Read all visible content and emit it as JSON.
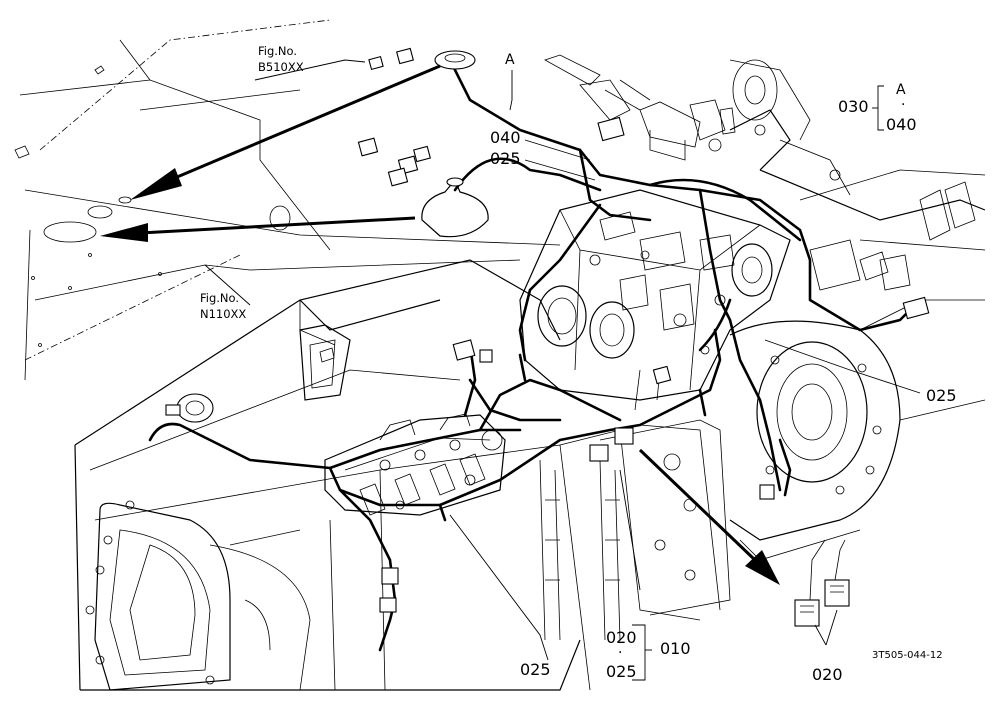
{
  "figure_refs": [
    {
      "label": "Fig.No.",
      "code": "B510XX"
    },
    {
      "label": "Fig.No.",
      "code": "N110XX"
    }
  ],
  "detail_letter": "A",
  "labels": {
    "p030": "030",
    "p040_bracket": "040",
    "p040": "040",
    "p025_top": "025",
    "p025_right": "025",
    "p025_bottom": "025",
    "p020": "020",
    "p025_stack": "025",
    "p010": "010",
    "p020_right": "020"
  },
  "drawing_code": "3T505-044-12"
}
